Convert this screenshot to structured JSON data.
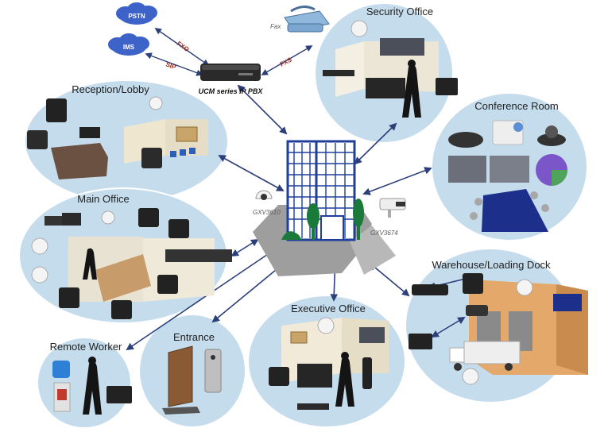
{
  "colors": {
    "zone_fill": "#c5dced",
    "zone_stroke": "#ffffff",
    "arrow": "#2b3f7a",
    "cloud": "#3d63c9",
    "building_blue": "#1f3f9a",
    "building_green": "#1a7a3a",
    "link_label": "#9c2b1f"
  },
  "clouds": [
    {
      "id": "pstn",
      "label": "PSTN"
    },
    {
      "id": "ims",
      "label": "IMS"
    }
  ],
  "links": {
    "fxo": "FXO",
    "sip": "SIP",
    "fxs": "FXS"
  },
  "pbx_label": "UCM series IP PBX",
  "fax_label": "Fax",
  "camera_labels": {
    "left": "GXV3610",
    "right": "GXV3674"
  },
  "zones": [
    {
      "id": "security-office",
      "label": "Security Office"
    },
    {
      "id": "reception-lobby",
      "label": "Reception/Lobby"
    },
    {
      "id": "conference-room",
      "label": "Conference Room"
    },
    {
      "id": "main-office",
      "label": "Main Office"
    },
    {
      "id": "warehouse",
      "label": "Warehouse/Loading Dock"
    },
    {
      "id": "executive-office",
      "label": "Executive Office"
    },
    {
      "id": "remote-worker",
      "label": "Remote Worker"
    },
    {
      "id": "entrance",
      "label": "Entrance"
    }
  ]
}
